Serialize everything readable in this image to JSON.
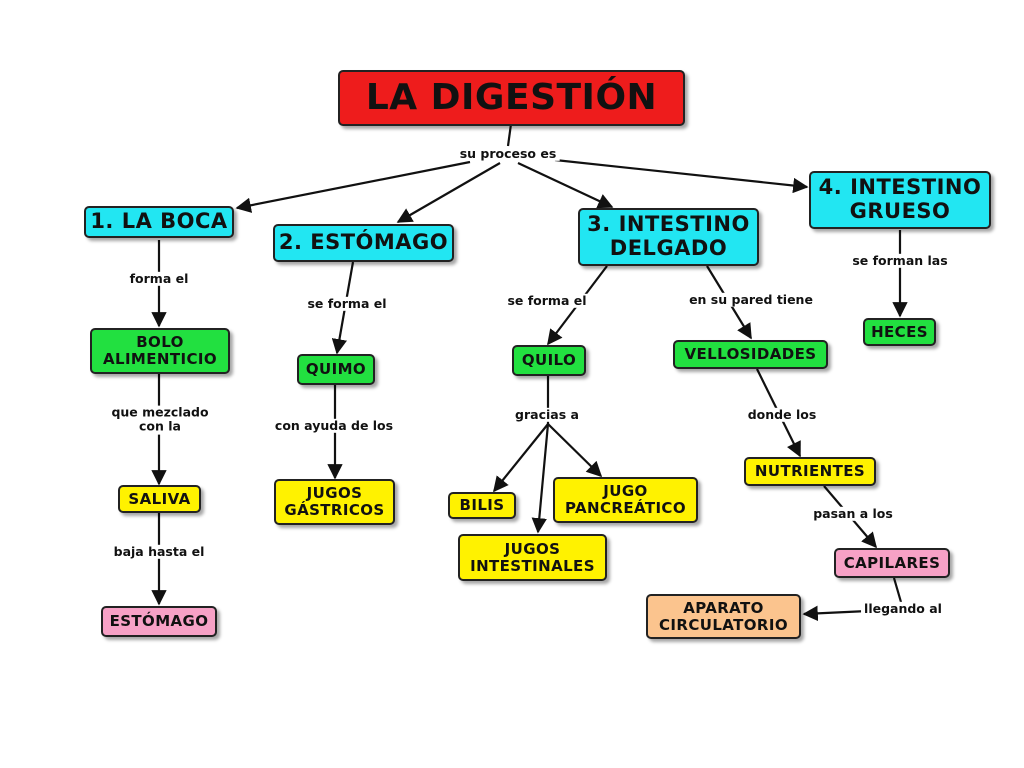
{
  "title": "LA DIGESTIÓN",
  "title_link": "su proceso es",
  "colors": {
    "title": "#ee1c1c",
    "stage": "#22e6f2",
    "product": "#22e040",
    "helper": "#fff200",
    "destination": "#f7a1c6",
    "system": "#fbc48e"
  },
  "stages": {
    "boca": {
      "name": "1. LA BOCA",
      "link_1": "forma el",
      "product_lines": [
        "BOLO",
        "ALIMENTICIO"
      ],
      "link_2_lines": [
        "que mezclado",
        "con la"
      ],
      "helper": "SALIVA",
      "link_3": "baja hasta el",
      "destination": "ESTÓMAGO"
    },
    "estomago": {
      "name": "2. ESTÓMAGO",
      "link_1": "se forma el",
      "product": "QUIMO",
      "link_2": "con ayuda de los",
      "helper_lines": [
        "JUGOS",
        "GÁSTRICOS"
      ]
    },
    "delgado": {
      "name_lines": [
        "3. INTESTINO",
        "DELGADO"
      ],
      "link_1": "se forma el",
      "product": "QUILO",
      "link_2": "gracias a",
      "helper_bilis": "BILIS",
      "helper_jugo_lines": [
        "JUGO",
        "PANCREÁTICO"
      ],
      "helper_jugos_lines": [
        "JUGOS",
        "INTESTINALES"
      ],
      "link_3": "en su pared tiene",
      "vellosidades": "VELLOSIDADES",
      "link_4": "donde los",
      "nutrientes": "NUTRIENTES",
      "link_5": "pasan a los",
      "capilares": "CAPILARES",
      "link_6": "llegando al",
      "system_lines": [
        "APARATO",
        "CIRCULATORIO"
      ]
    },
    "grueso": {
      "name_lines": [
        "4. INTESTINO",
        "GRUESO"
      ],
      "link_1": "se forman las",
      "product": "HECES"
    }
  }
}
